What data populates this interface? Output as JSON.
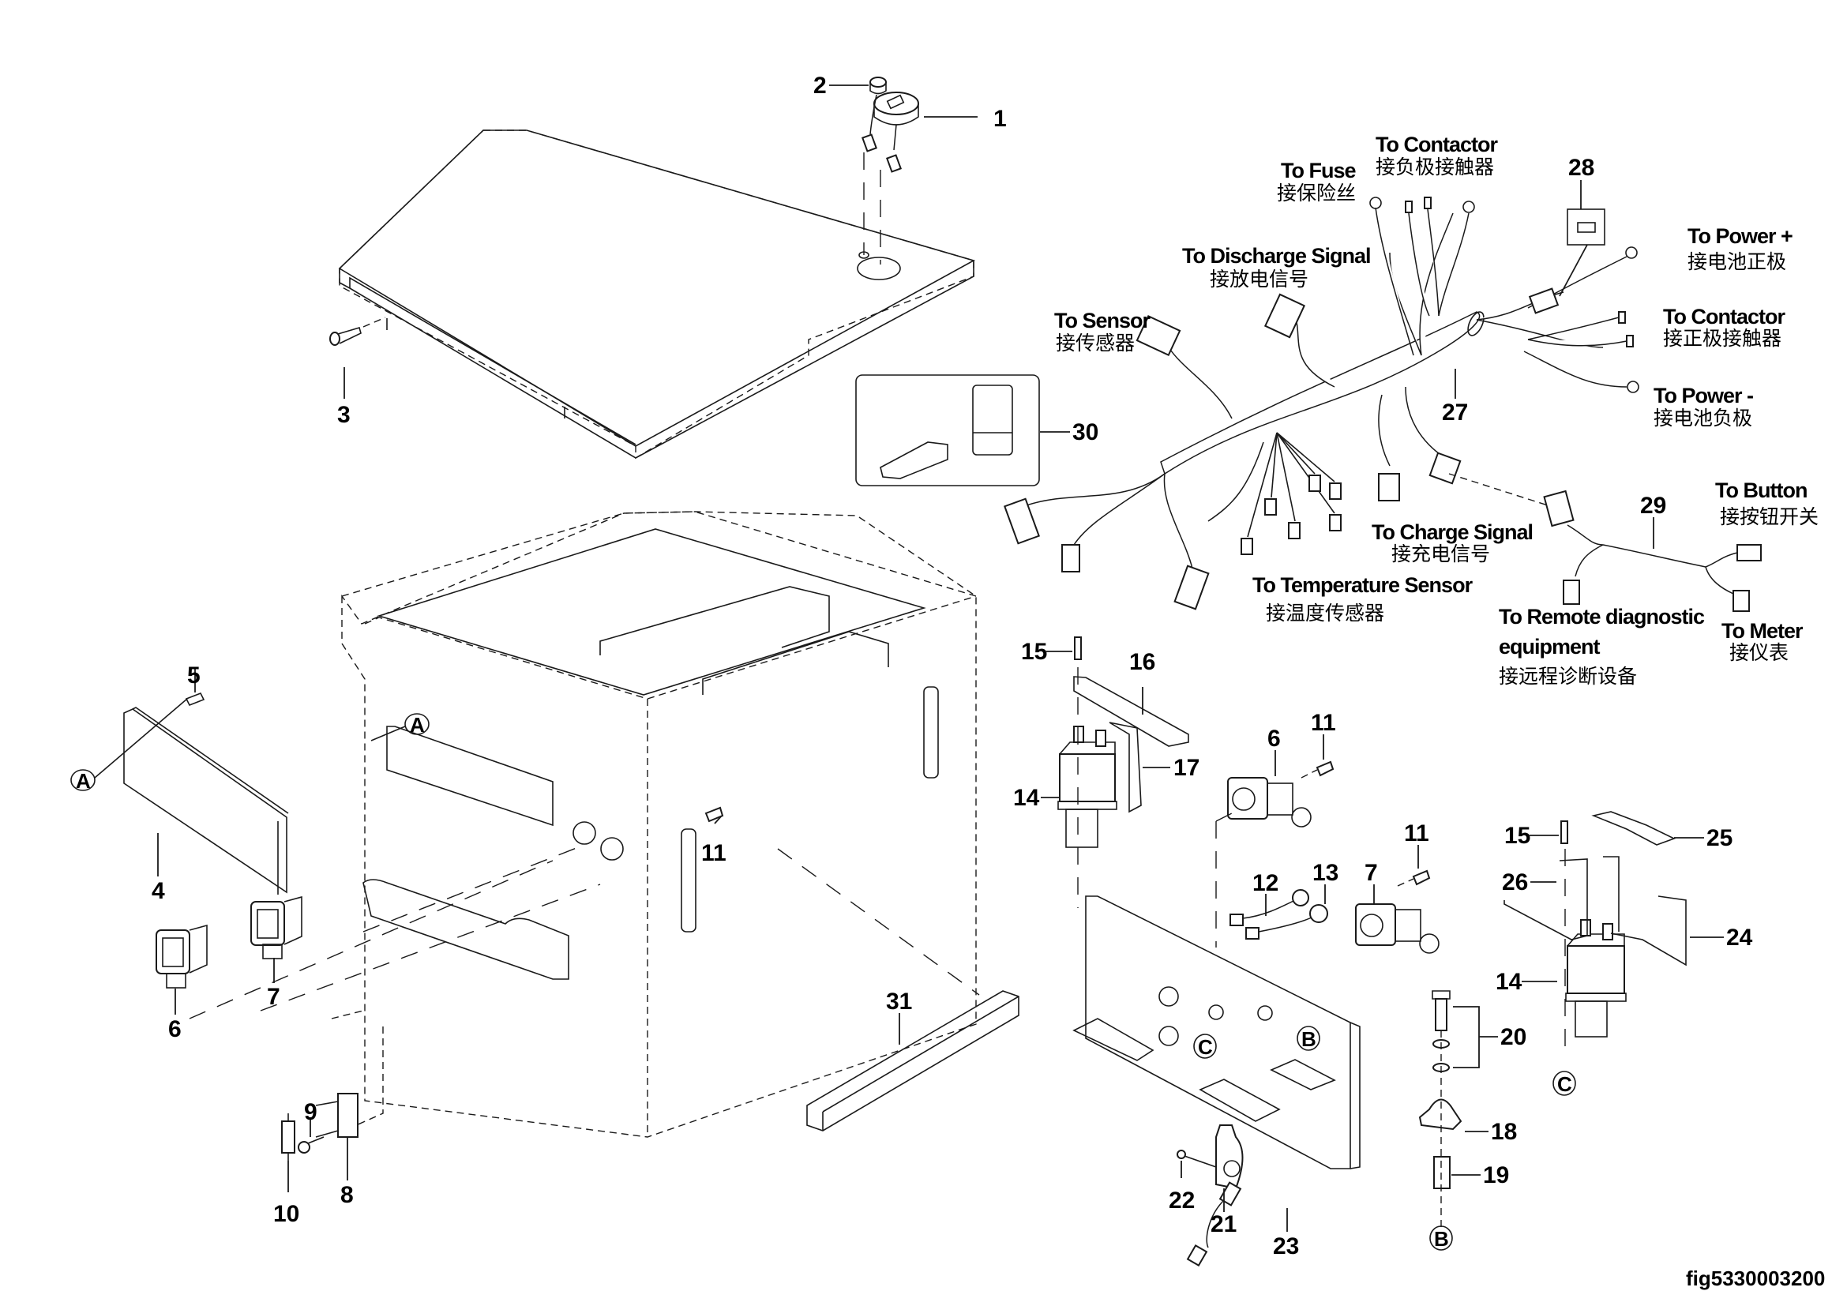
{
  "figure_id": "fig5330003200",
  "callouts": {
    "p1": "1",
    "p2": "2",
    "p3": "3",
    "p4": "4",
    "p5": "5",
    "p6a": "6",
    "p7a": "7",
    "p8": "8",
    "p9": "9",
    "p10": "10",
    "p11a": "11",
    "p11b": "11",
    "p11c": "11",
    "p6b": "6",
    "p7b": "7",
    "p12": "12",
    "p13": "13",
    "p14a": "14",
    "p14b": "14",
    "p15a": "15",
    "p15b": "15",
    "p16": "16",
    "p17": "17",
    "p18": "18",
    "p19": "19",
    "p20": "20",
    "p21": "21",
    "p22": "22",
    "p23": "23",
    "p24": "24",
    "p25": "25",
    "p26": "26",
    "p27": "27",
    "p28": "28",
    "p29": "29",
    "p30": "30",
    "p31": "31"
  },
  "reference_markers": {
    "a1": "A",
    "a2": "A",
    "b1": "B",
    "b2": "B",
    "c1": "C",
    "c2": "C"
  },
  "harness_labels": {
    "to_fuse": {
      "en": "To Fuse",
      "zh": "接保险丝"
    },
    "to_contactor_neg": {
      "en": "To Contactor",
      "zh": "接负极接触器"
    },
    "to_discharge": {
      "en": "To Discharge Signal",
      "zh": "接放电信号"
    },
    "to_sensor": {
      "en": "To Sensor",
      "zh": "接传感器"
    },
    "to_power_pos": {
      "en": "To Power +",
      "zh": "接电池正极"
    },
    "to_contactor_pos": {
      "en": "To Contactor",
      "zh": "接正极接触器"
    },
    "to_power_neg": {
      "en": "To Power -",
      "zh": "接电池负极"
    },
    "to_charge": {
      "en": "To Charge Signal",
      "zh": "接充电信号"
    },
    "to_temp": {
      "en": "To Temperature Sensor",
      "zh": "接温度传感器"
    },
    "to_button": {
      "en": "To Button",
      "zh": "接按钮开关"
    },
    "to_remote": {
      "en1": "To Remote diagnostic",
      "en2": "equipment",
      "zh": "接远程诊断设备"
    },
    "to_meter": {
      "en": "To Meter",
      "zh": "接仪表"
    }
  }
}
